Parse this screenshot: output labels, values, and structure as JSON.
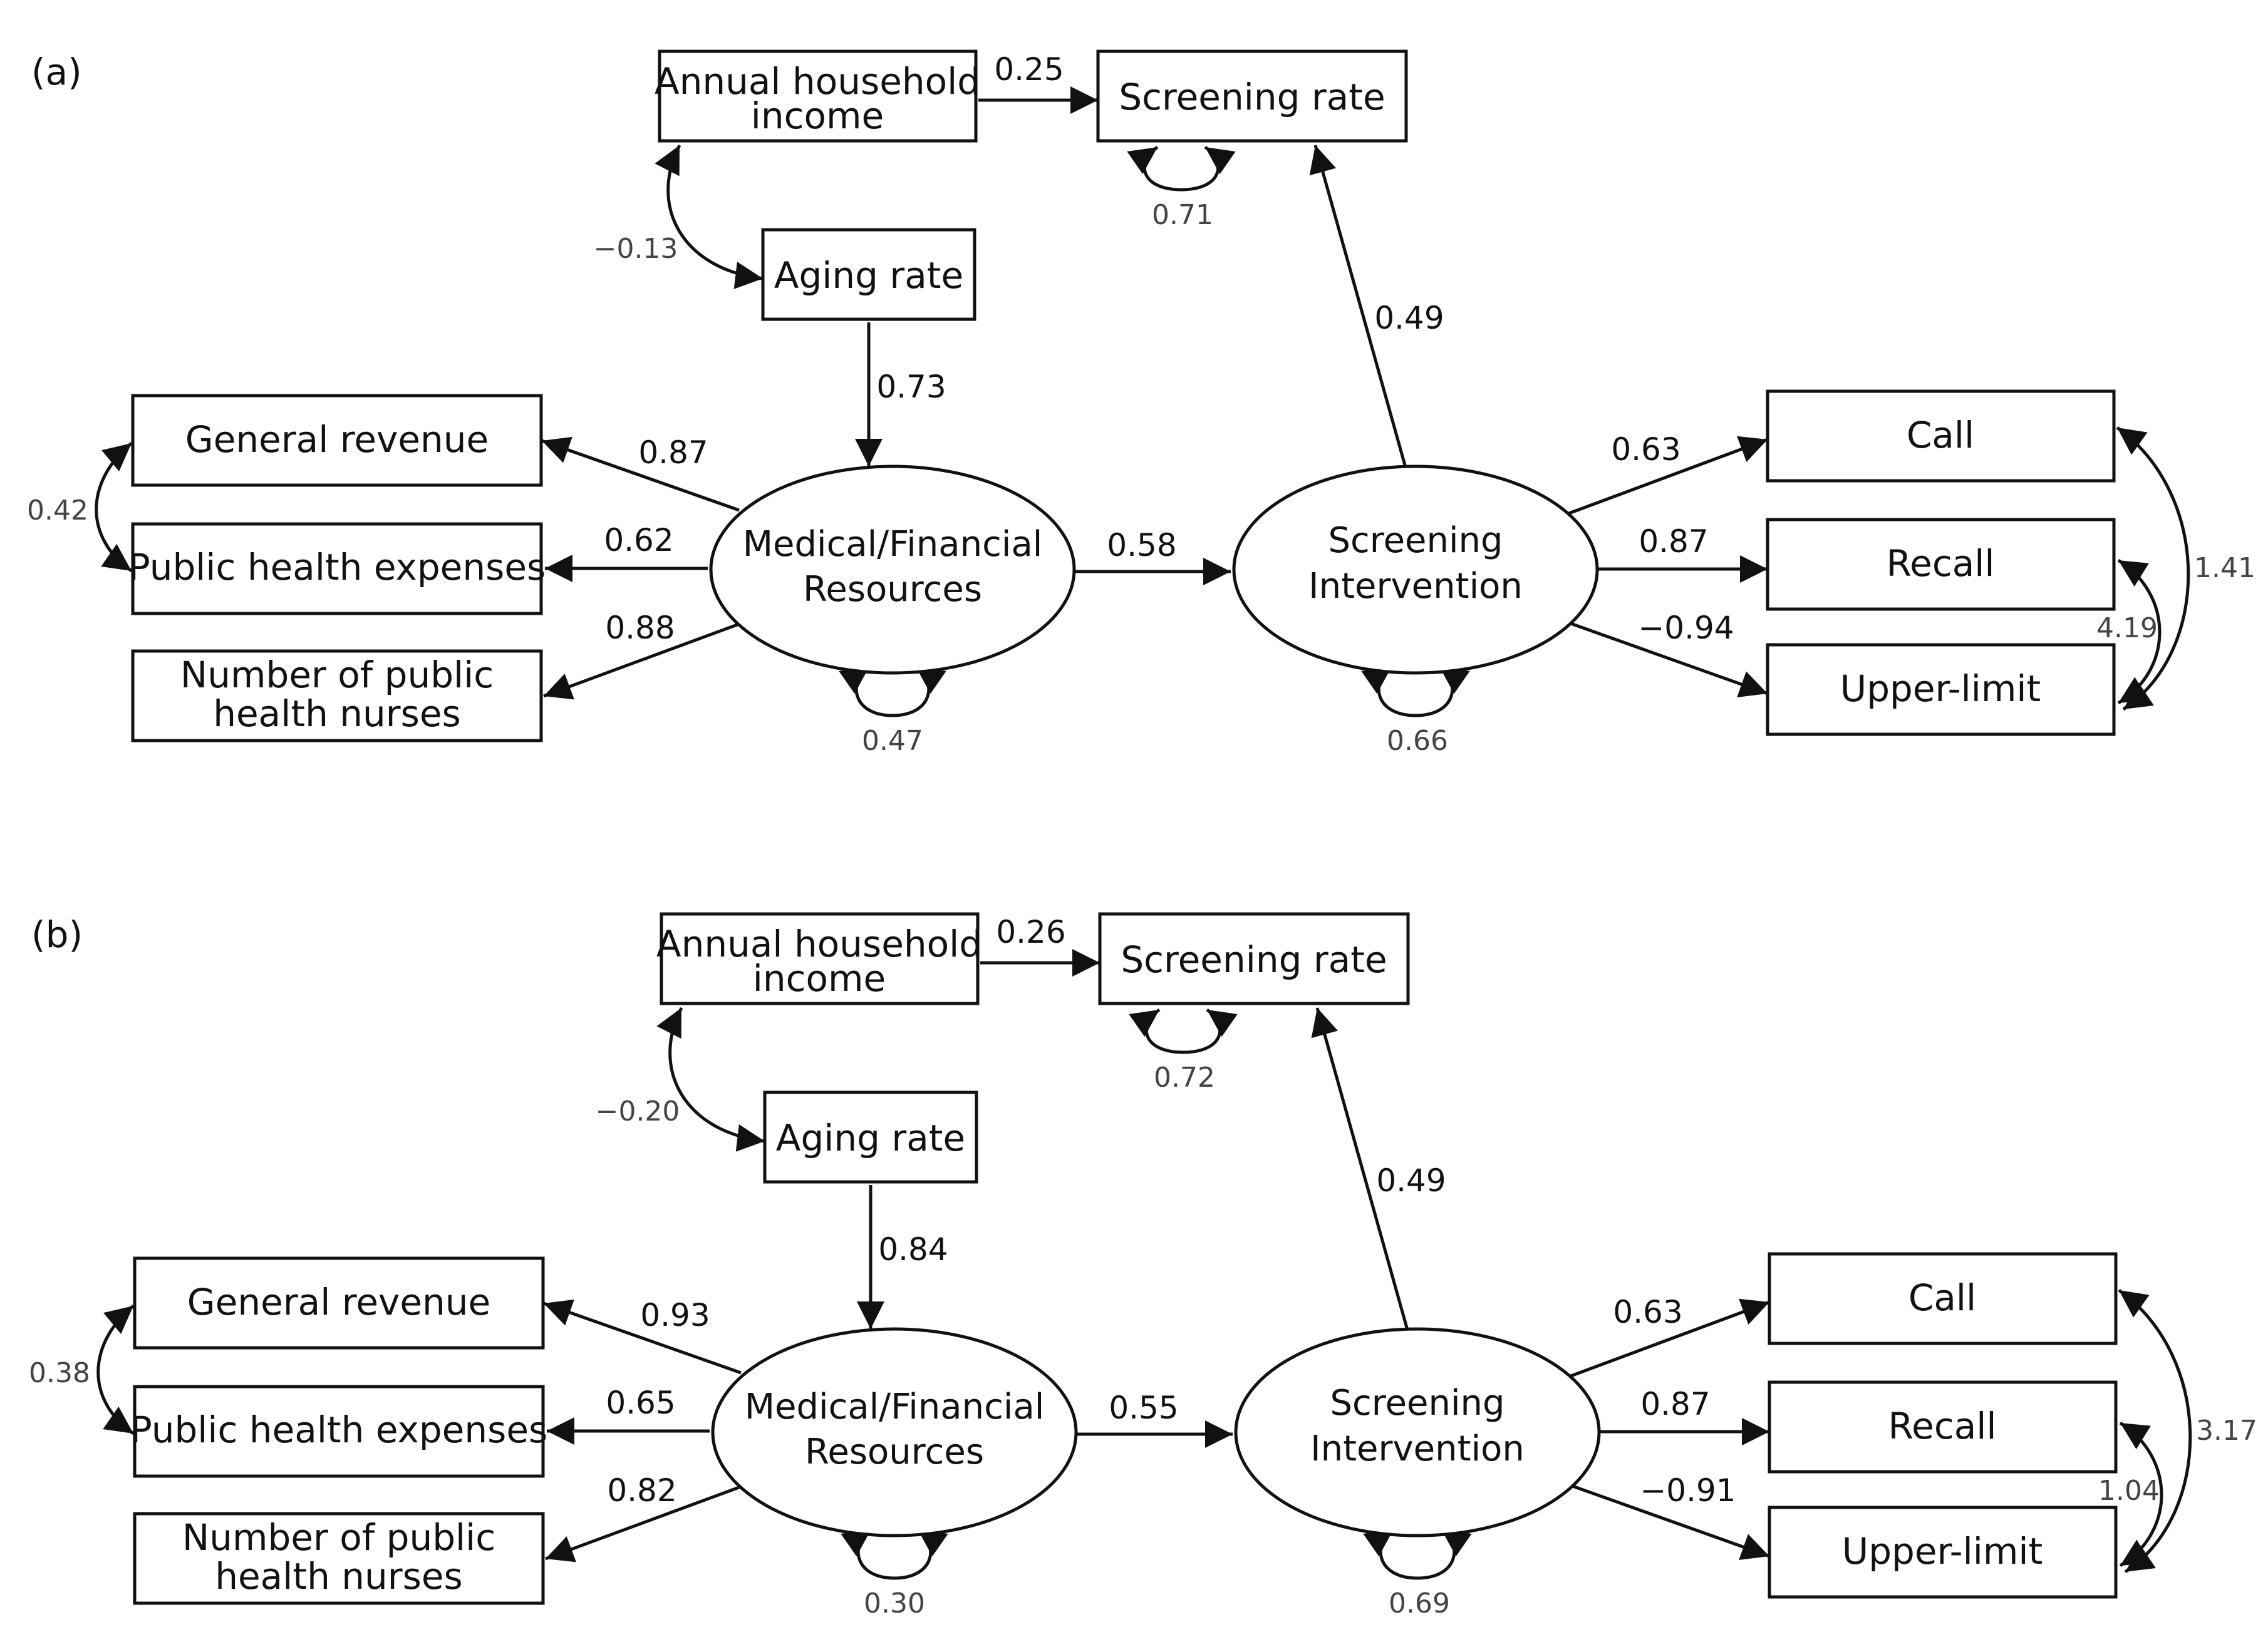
{
  "panels": [
    {
      "label": "(a)",
      "boxes": {
        "income": [
          "Annual household",
          "income"
        ],
        "screening_rate": "Screening rate",
        "aging": "Aging rate",
        "general_revenue": "General revenue",
        "health_expenses": "Public health expenses",
        "nurses": [
          "Number of public",
          "health nurses"
        ],
        "call": "Call",
        "recall": "Recall",
        "upper_limit": "Upper-limit"
      },
      "latents": {
        "medical": [
          "Medical/Financial",
          "Resources"
        ],
        "screening": [
          "Screening",
          "Intervention"
        ]
      },
      "paths": {
        "income_to_rate": "0.25",
        "income_aging_cov": "−0.13",
        "aging_to_medical": "0.73",
        "medical_to_revenue": "0.87",
        "medical_to_expenses": "0.62",
        "medical_to_nurses": "0.88",
        "revenue_expenses_cov": "0.42",
        "medical_to_screening": "0.58",
        "screening_to_rate": "0.49",
        "screening_to_call": "0.63",
        "screening_to_recall": "0.87",
        "screening_to_upper": "−0.94",
        "recall_upper_cov": "4.19",
        "call_upper_cov": "1.41"
      },
      "variances": {
        "screening_rate": "0.71",
        "medical": "0.47",
        "screening": "0.66"
      }
    },
    {
      "label": "(b)",
      "boxes": {
        "income": [
          "Annual household",
          "income"
        ],
        "screening_rate": "Screening rate",
        "aging": "Aging rate",
        "general_revenue": "General revenue",
        "health_expenses": "Public health expenses",
        "nurses": [
          "Number of public",
          "health nurses"
        ],
        "call": "Call",
        "recall": "Recall",
        "upper_limit": "Upper-limit"
      },
      "latents": {
        "medical": [
          "Medical/Financial",
          "Resources"
        ],
        "screening": [
          "Screening",
          "Intervention"
        ]
      },
      "paths": {
        "income_to_rate": "0.26",
        "income_aging_cov": "−0.20",
        "aging_to_medical": "0.84",
        "medical_to_revenue": "0.93",
        "medical_to_expenses": "0.65",
        "medical_to_nurses": "0.82",
        "revenue_expenses_cov": "0.38",
        "medical_to_screening": "0.55",
        "screening_to_rate": "0.49",
        "screening_to_call": "0.63",
        "screening_to_recall": "0.87",
        "screening_to_upper": "−0.91",
        "recall_upper_cov": "1.04",
        "call_upper_cov": "3.17"
      },
      "variances": {
        "screening_rate": "0.72",
        "medical": "0.30",
        "screening": "0.69"
      }
    }
  ]
}
